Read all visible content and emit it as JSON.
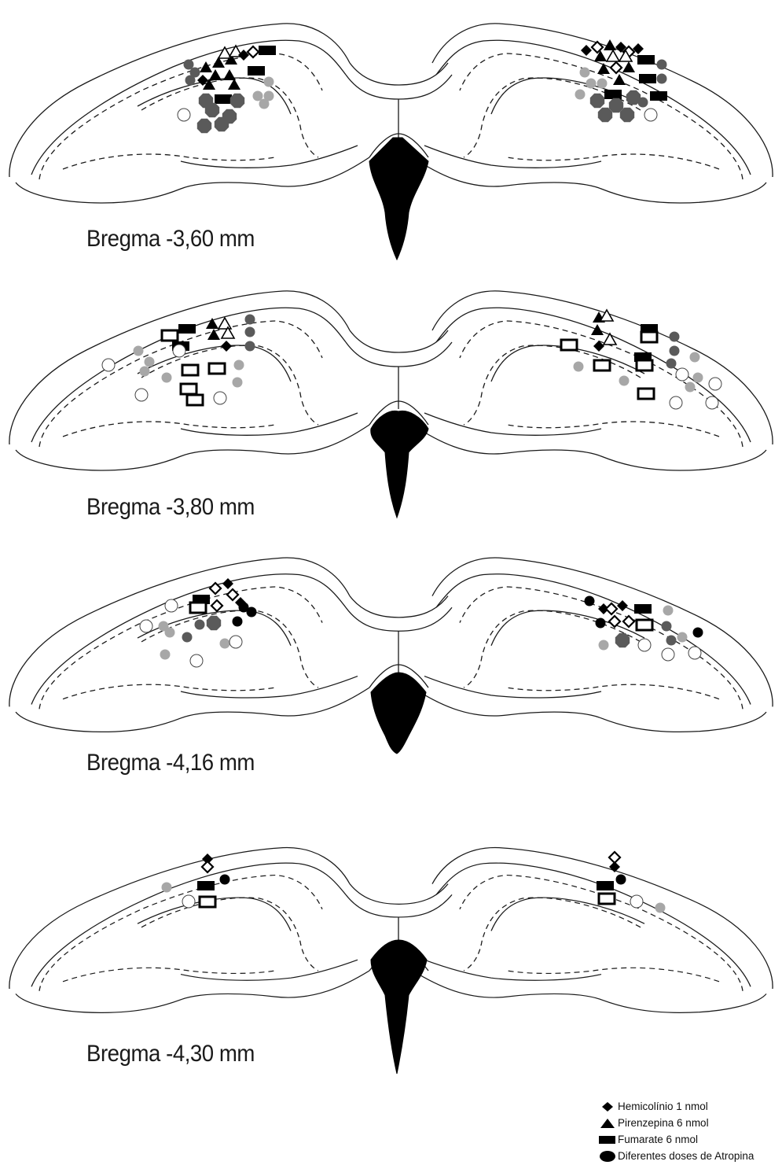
{
  "sections": [
    {
      "label": "Bregma -3,60 mm"
    },
    {
      "label": "Bregma -3,80 mm"
    },
    {
      "label": "Bregma -4,16 mm"
    },
    {
      "label": "Bregma -4,30 mm"
    }
  ],
  "legend": {
    "items": [
      {
        "symbol": "diamond-icon",
        "label": "Hemicolínio 1 nmol"
      },
      {
        "symbol": "triangle-icon",
        "label": "Pirenzepina 6 nmol"
      },
      {
        "symbol": "rectangle-icon",
        "label": "Fumarate 6 nmol"
      },
      {
        "symbol": "ellipse-icon",
        "label": "Diferentes doses de Atropina"
      }
    ]
  },
  "colors": {
    "outline": "#1a1a1a",
    "ventricle": "#000000",
    "marker_black": "#000000",
    "marker_dark_gray": "#5a5a5a",
    "marker_light_gray": "#a7a7a7",
    "marker_open": "#ffffff"
  }
}
